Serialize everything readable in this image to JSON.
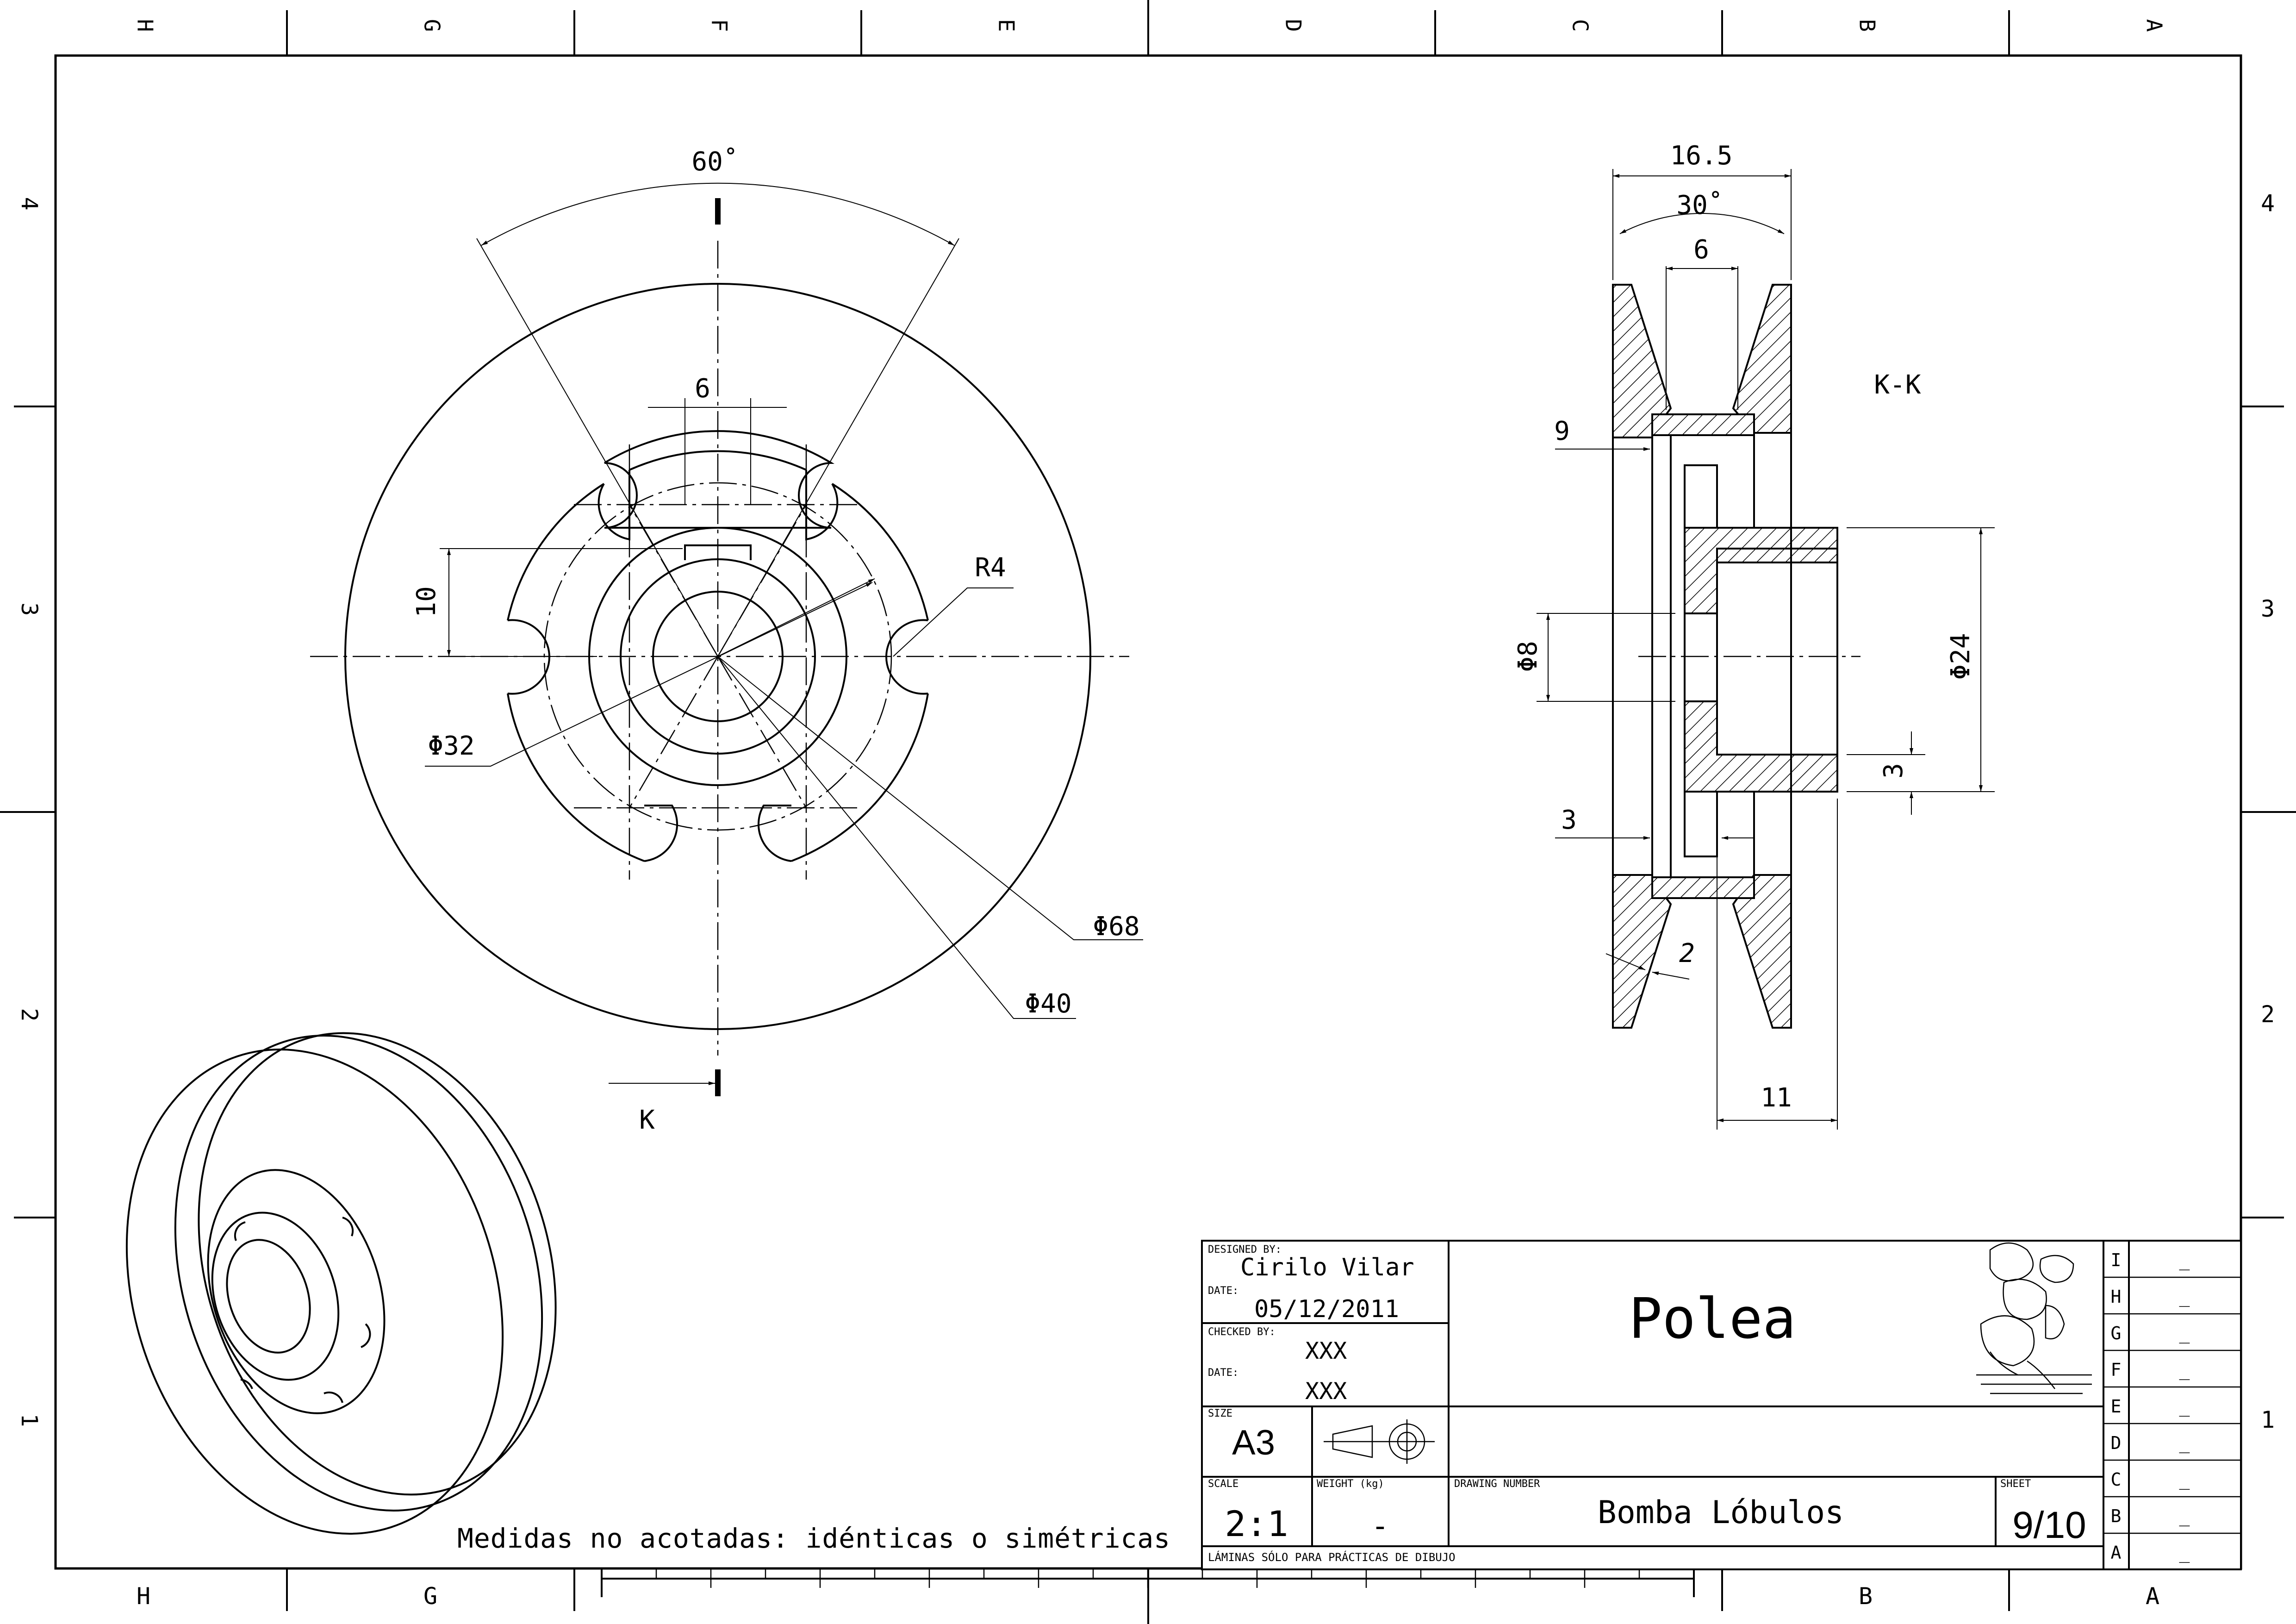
{
  "border": {
    "columns_top": [
      "H",
      "G",
      "F",
      "E",
      "D",
      "C",
      "B",
      "A"
    ],
    "columns_bottom": [
      "H",
      "G",
      "",
      "",
      "",
      "",
      "B",
      "A"
    ],
    "rows_left": [
      "4",
      "3",
      "2",
      "1"
    ],
    "rows_right": [
      "4",
      "3",
      "2",
      "1"
    ]
  },
  "front_view": {
    "angle": "60˚",
    "dim_slot_width": "6",
    "dim_key_height": "10",
    "radius": "R4",
    "dia_32": "Φ32",
    "dia_68": "Φ68",
    "dia_40": "Φ40",
    "section_letter": "K"
  },
  "section_view": {
    "title": "K-K",
    "dim_total": "16.5",
    "dim_angle": "30˚",
    "dim_groove": "6",
    "dim_9": "9",
    "dim_bore": "Φ8",
    "dim_hub": "Φ24",
    "dim_3_left": "3",
    "dim_3_right": "3",
    "dim_2": "2",
    "dim_11": "11"
  },
  "note": "Medidas no acotadas: idénticas o simétricas",
  "title_block": {
    "designed_by_label": "DESIGNED BY:",
    "designer": "Cirilo Vilar",
    "date_label": "DATE:",
    "date": "05/12/2011",
    "checked_by_label": "CHECKED BY:",
    "checker": "XXX",
    "date2_label": "DATE:",
    "date2": "XXX",
    "size_label": "SIZE",
    "size": "A3",
    "scale_label": "SCALE",
    "scale": "2:1",
    "weight_label": "WEIGHT (kg)",
    "weight": "-",
    "drawing_number_label": "DRAWING NUMBER",
    "drawing_number": "Bomba Lóbulos",
    "sheet_label": "SHEET",
    "sheet": "9/10",
    "part_name": "Polea",
    "footer": "LÁMINAS SÓLO PARA PRÁCTICAS DE DIBUJO",
    "revisions": [
      {
        "letter": "I",
        "value": "_"
      },
      {
        "letter": "H",
        "value": "_"
      },
      {
        "letter": "G",
        "value": "_"
      },
      {
        "letter": "F",
        "value": "_"
      },
      {
        "letter": "E",
        "value": "_"
      },
      {
        "letter": "D",
        "value": "_"
      },
      {
        "letter": "C",
        "value": "_"
      },
      {
        "letter": "B",
        "value": "_"
      },
      {
        "letter": "A",
        "value": "_"
      }
    ]
  }
}
